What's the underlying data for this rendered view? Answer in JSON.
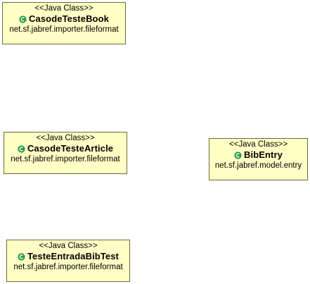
{
  "classes": [
    {
      "stereotype": "<<Java Class>>",
      "name": "CasodeTesteBook",
      "package": "net.sf.jabref.importer.fileformat"
    },
    {
      "stereotype": "<<Java Class>>",
      "name": "CasodeTesteArticle",
      "package": "net.sf.jabref.importer.fileformat"
    },
    {
      "stereotype": "<<Java Class>>",
      "name": "BibEntry",
      "package": "net.sf.jabref.model.entry"
    },
    {
      "stereotype": "<<Java Class>>",
      "name": "TesteEntradaBibTest",
      "package": "net.sf.jabref.importer.fileformat"
    }
  ],
  "colors": {
    "class_fill": "#ffffc6",
    "class_border": "#6b6b3a",
    "class_icon": "#2e9c48"
  }
}
